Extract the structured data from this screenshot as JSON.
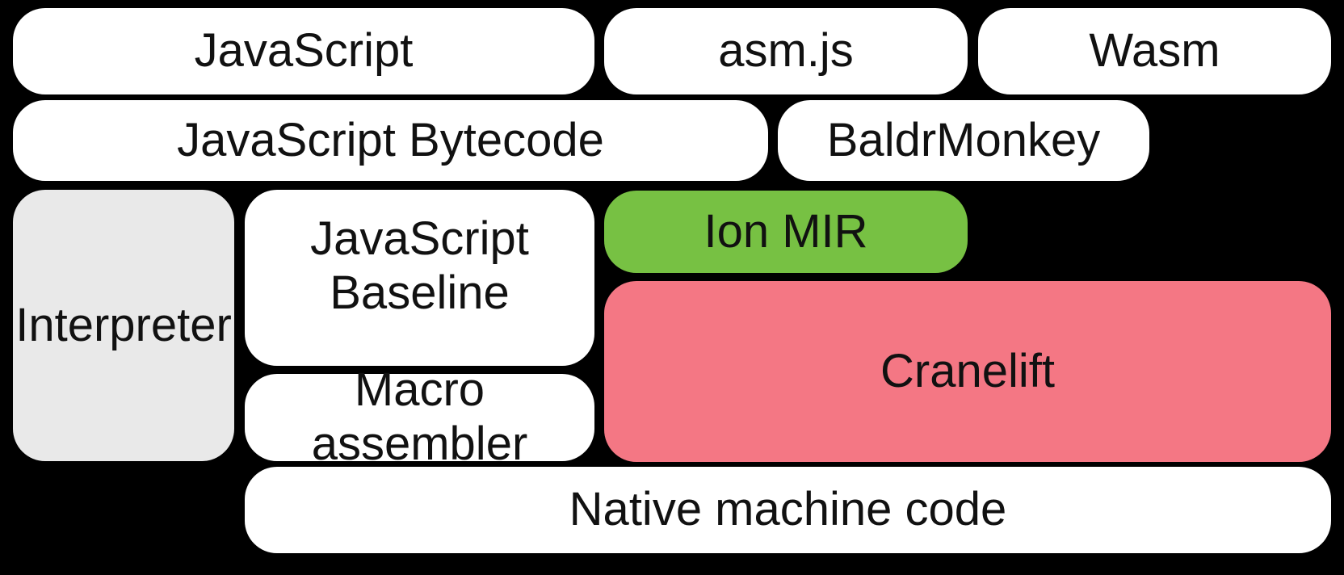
{
  "diagram": {
    "title": "SpiderMonkey compilation pipeline",
    "background_color": "#000000",
    "text_color": "#111111",
    "colors": {
      "source_and_default_boxes": "#ffffff",
      "interpreter_box": "#e9e9e9",
      "ion_mir_box": "#77c143",
      "cranelift_box": "#f47784"
    },
    "nodes": {
      "javascript": {
        "label": "JavaScript"
      },
      "asmjs": {
        "label": "asm.js"
      },
      "wasm": {
        "label": "Wasm"
      },
      "javascript_bytecode": {
        "label": "JavaScript Bytecode"
      },
      "baldrmonkey": {
        "label": "BaldrMonkey"
      },
      "interpreter": {
        "label": "Interpreter"
      },
      "javascript_baseline": {
        "label": "JavaScript Baseline",
        "line1": "JavaScript",
        "line2": "Baseline"
      },
      "ion_mir": {
        "label": "Ion MIR"
      },
      "cranelift": {
        "label": "Cranelift"
      },
      "macro_assembler": {
        "label": "Macro assembler"
      },
      "native_machine_code": {
        "label": "Native machine code"
      }
    }
  }
}
